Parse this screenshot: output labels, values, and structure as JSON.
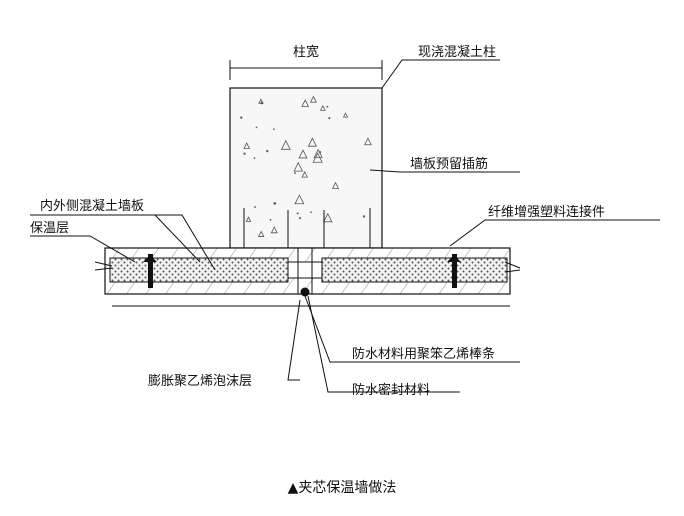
{
  "diagram": {
    "labels": {
      "column_width": "柱宽",
      "cast_concrete_column": "现浇混凝土柱",
      "wall_panel_rebar": "墙板预留插筋",
      "fiber_connector": "纤维增强塑料连接件",
      "inner_outer_panel": "内外侧混凝土墙板",
      "insulation_layer": "保温层",
      "eps_foam_layer": "膨胀聚乙烯泡沫层",
      "pe_rod": "防水材料用聚笨乙烯棒条",
      "sealant": "防水密封材料"
    },
    "caption": "▲夹芯保温墙做法"
  }
}
